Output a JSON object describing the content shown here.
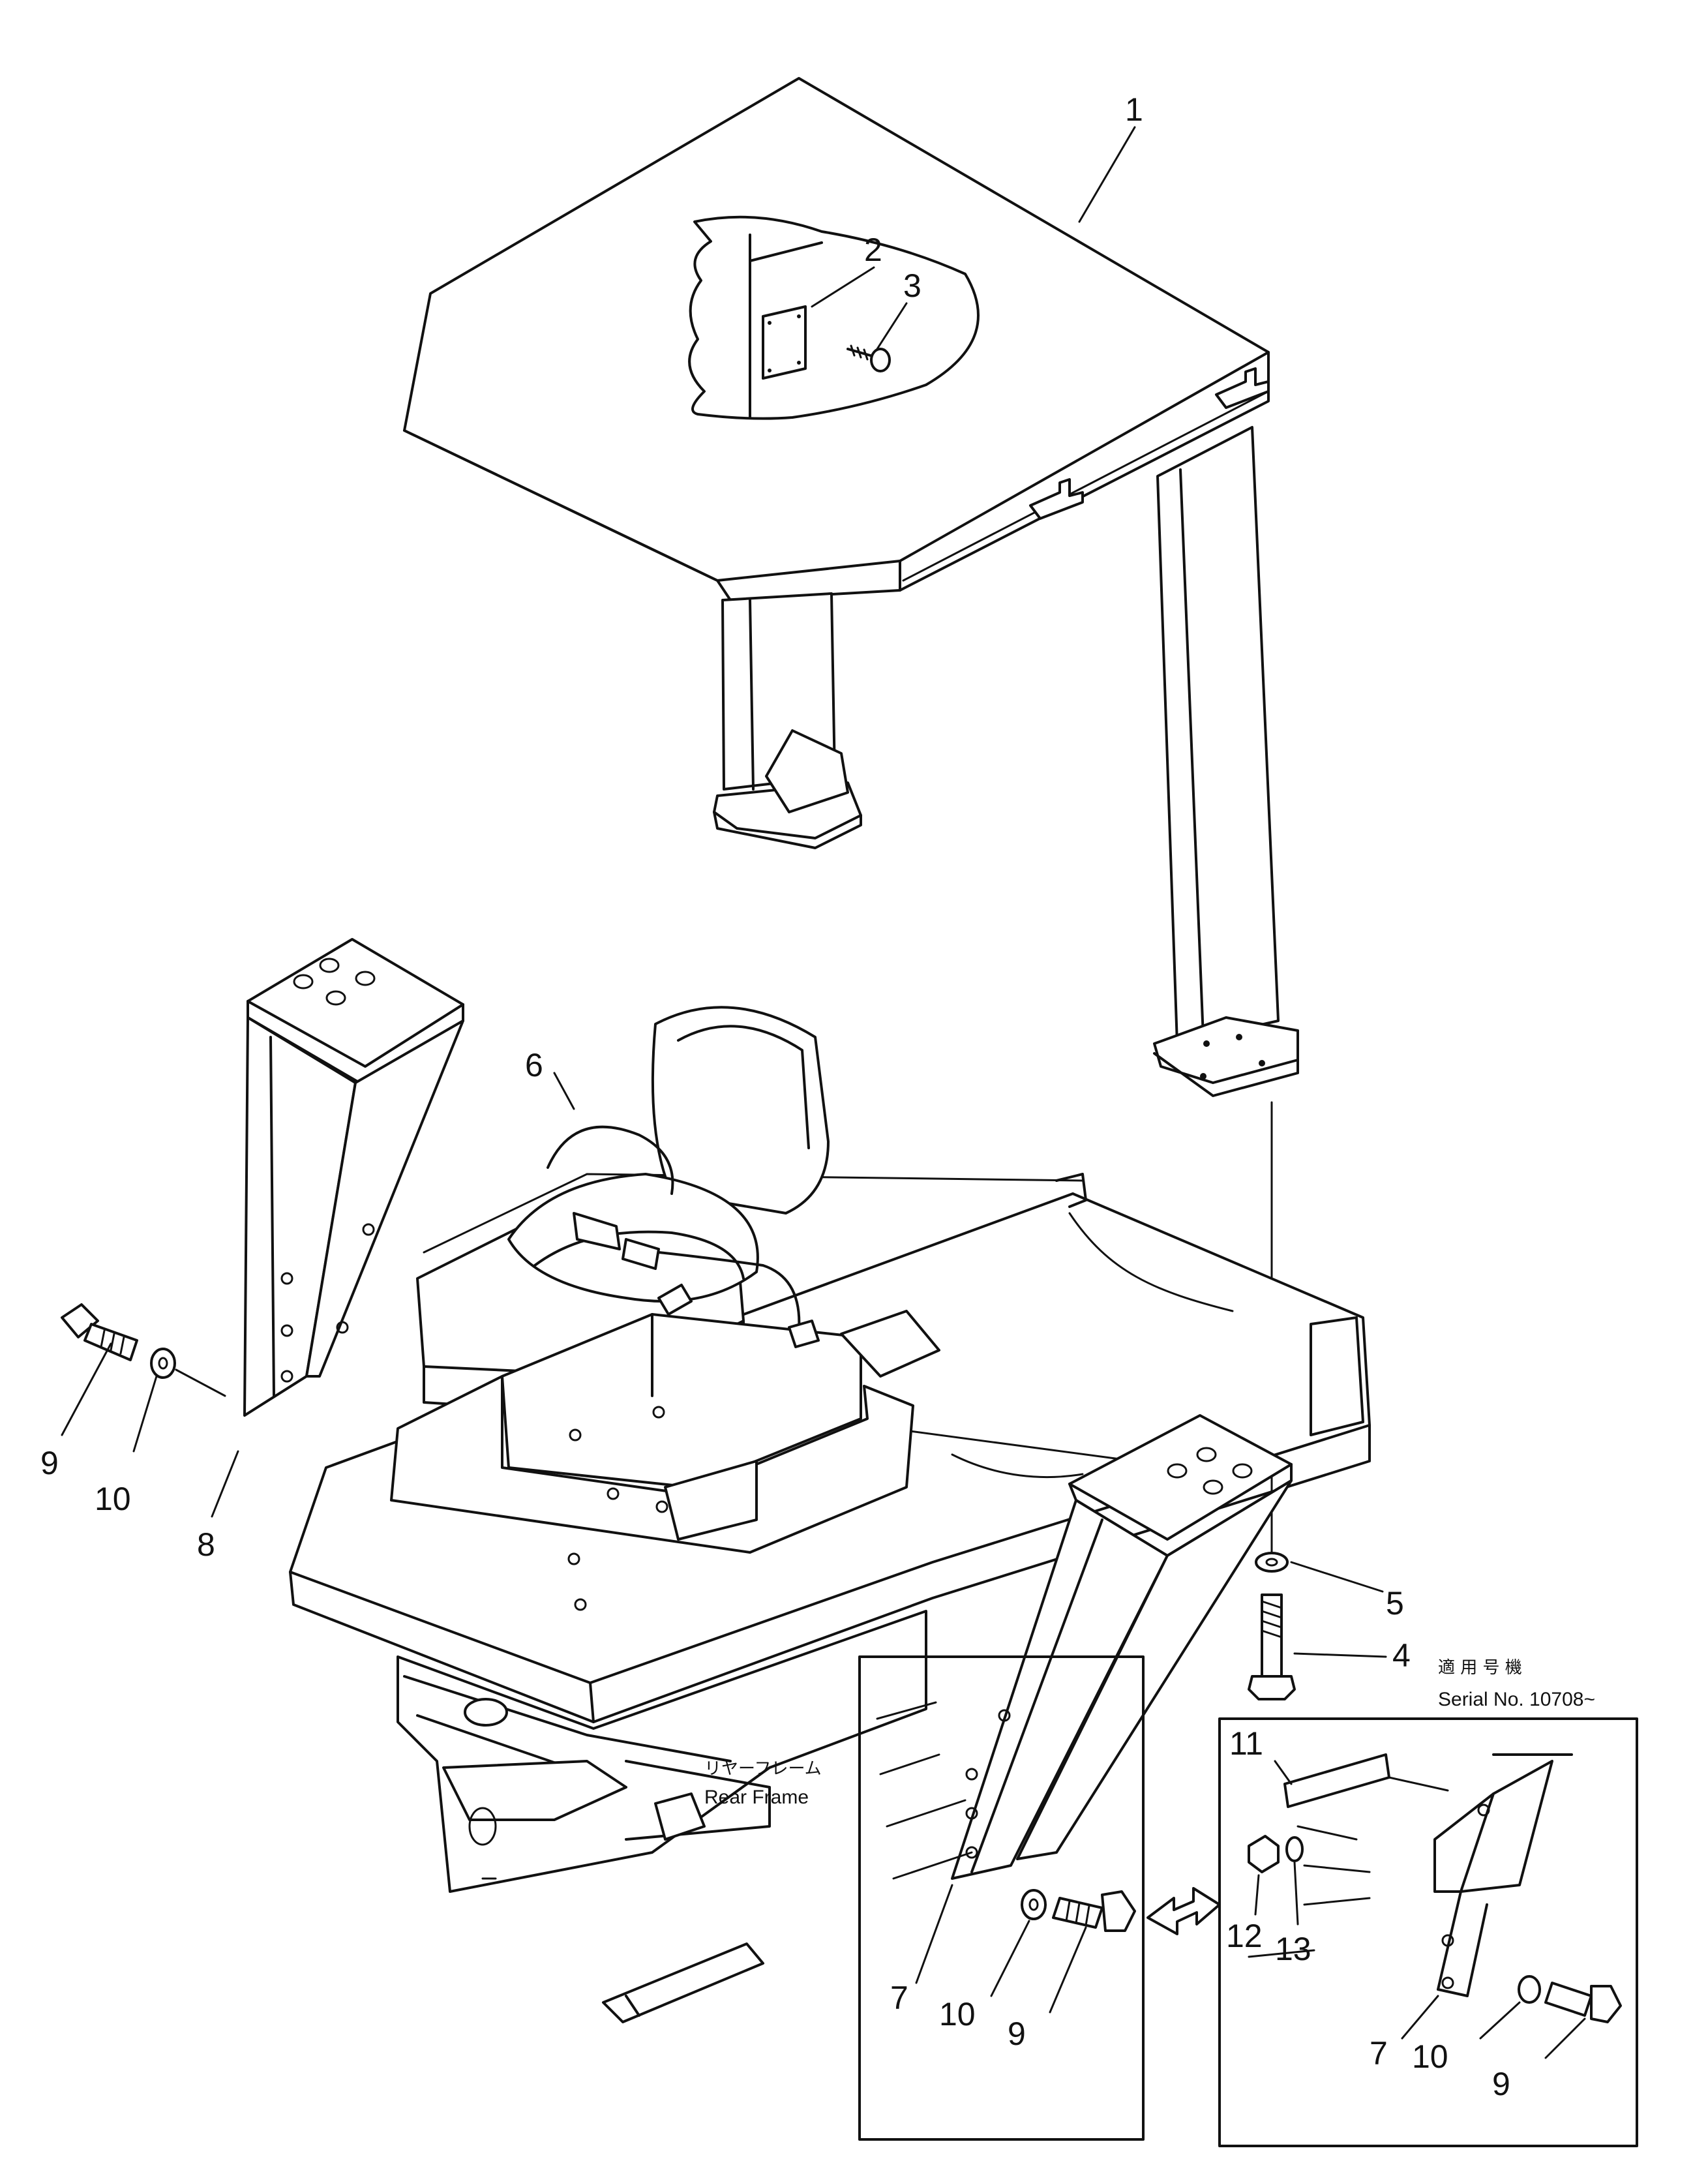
{
  "callouts": {
    "c1": "1",
    "c2": "2",
    "c3": "3",
    "c4": "4",
    "c5": "5",
    "c6": "6",
    "c7a": "7",
    "c7b": "7",
    "c8": "8",
    "c9a": "9",
    "c9b": "9",
    "c9c": "9",
    "c10a": "10",
    "c10b": "10",
    "c10c": "10",
    "c11": "11",
    "c12": "12",
    "c13": "13"
  },
  "notes": {
    "serial_jp": "適 用 号 機",
    "serial_en": "Serial No. 10708~",
    "frame_jp": "リヤーフレーム",
    "frame_en": "Rear Frame"
  }
}
